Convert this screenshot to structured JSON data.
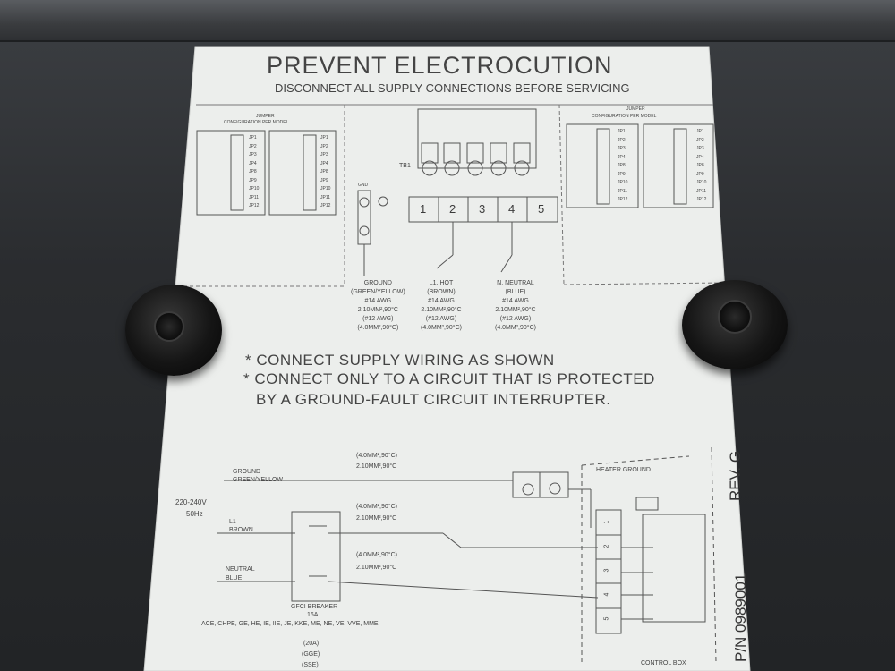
{
  "label": {
    "title": "PREVENT ELECTROCUTION",
    "subtitle": "DISCONNECT ALL SUPPLY CONNECTIONS BEFORE SERVICING",
    "jumper_heading_line1": "JUMPER",
    "jumper_heading_line2": "CONFIGURATION PER MODEL",
    "jumpers": [
      "JP1",
      "JP2",
      "JP3",
      "JP4",
      "JP8",
      "JP9",
      "JP10",
      "JP11",
      "JP12"
    ],
    "terminal_block": "TB1",
    "terminals": [
      "1",
      "2",
      "3",
      "4",
      "5"
    ],
    "gnd": "GND",
    "ground_label": [
      "GROUND",
      "(GREEN/YELLOW)",
      "#14 AWG",
      "2.10MM²,90°C",
      "(#12 AWG)",
      "(4.0MM²,90°C)"
    ],
    "hot_label": [
      "L1, HOT",
      "(BROWN)",
      "#14 AWG",
      "2.10MM²,90°C",
      "(#12 AWG)",
      "(4.0MM²,90°C)"
    ],
    "neutral_label": [
      "N, NEUTRAL",
      "(BLUE)",
      "#14 AWG",
      "2.10MM²,90°C",
      "(#12 AWG)",
      "(4.0MM²,90°C)"
    ],
    "warning_lines": [
      "* CONNECT SUPPLY WIRING AS SHOWN",
      "* CONNECT ONLY TO A CIRCUIT THAT IS PROTECTED",
      "BY A GROUND-FAULT CIRCUIT INTERRUPTER."
    ],
    "supply": "220-240V",
    "frequency": "50Hz",
    "wire_ground": "GROUND",
    "wire_ground_color": "GREEN/YELLOW",
    "wire_l1": "L1",
    "wire_l1_color": "BROWN",
    "wire_neutral": "NEUTRAL",
    "wire_neutral_color": "BLUE",
    "spec_4mm": "(4.0MM²,90°C)",
    "spec_2mm": "2.10MM²,90°C",
    "heater_ground": "HEATER GROUND",
    "gfci": "GFCI BREAKER",
    "gfci_rating": "16A",
    "models": "ACE,  CHPE,  GE,  HE,  IE,  IIE,  JE,  KKE,  ME,  NE,  VE,  VVE,  MME",
    "rating_20a": "(20A)",
    "gge": "(GGE)",
    "sse": "(SSE)",
    "control_box": "CONTROL BOX",
    "part_number": "P/N 0989001",
    "revision": "REV. G"
  }
}
